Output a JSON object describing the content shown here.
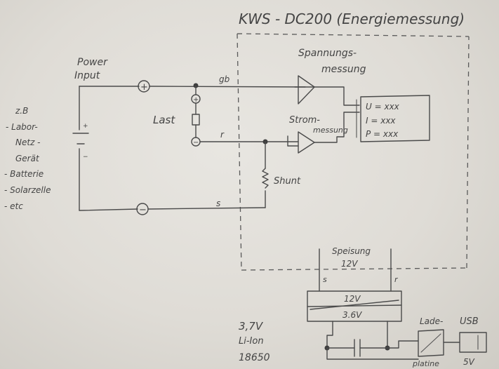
{
  "title": "KWS - DC200 (Energiemessung)",
  "power_input": [
    "Power",
    "Input"
  ],
  "sources": [
    "z.B",
    "- Labor-",
    "Netz -",
    "Gerät",
    "- Batterie",
    "- Solarzelle",
    "- etc"
  ],
  "load_label": "Last",
  "wire_labels": {
    "gb": "gb",
    "r": "r",
    "s_left": "s",
    "s_bottom": "s",
    "r_bottom": "r"
  },
  "voltage_measure": [
    "Spannungs-",
    "messung"
  ],
  "current_measure": [
    "Strom-",
    "messung"
  ],
  "display_lines": [
    "U = xxx",
    "I = xxx",
    "P = xxx"
  ],
  "shunt_label": "Shunt",
  "supply_label": [
    "Speisung",
    "12V"
  ],
  "converter_top": "12V",
  "converter_bottom": "3.6V",
  "battery_label": [
    "3,7V",
    "Li-Ion",
    "18650"
  ],
  "charger_label": [
    "Lade-",
    "platine"
  ],
  "usb_label": [
    "USB",
    "5V"
  ],
  "terminal_symbols": {
    "plus": "+",
    "minus": "−"
  }
}
